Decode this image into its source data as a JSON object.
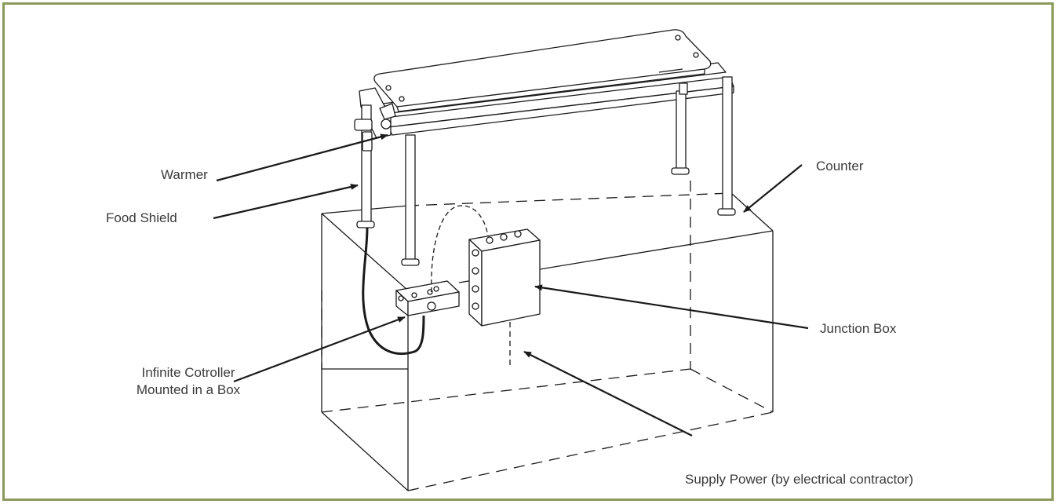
{
  "colors": {
    "frame": "#8a9a5b",
    "ink": "#1a1a1a",
    "text": "#3a3a3a"
  },
  "labels": {
    "warmer": "Warmer",
    "food_shield": "Food Shield",
    "counter": "Counter",
    "junction_box": "Junction Box",
    "controller_line1": "Infinite Cotroller",
    "controller_line2": "Mounted in a Box",
    "supply_power": "Supply Power (by electrical contractor)"
  }
}
